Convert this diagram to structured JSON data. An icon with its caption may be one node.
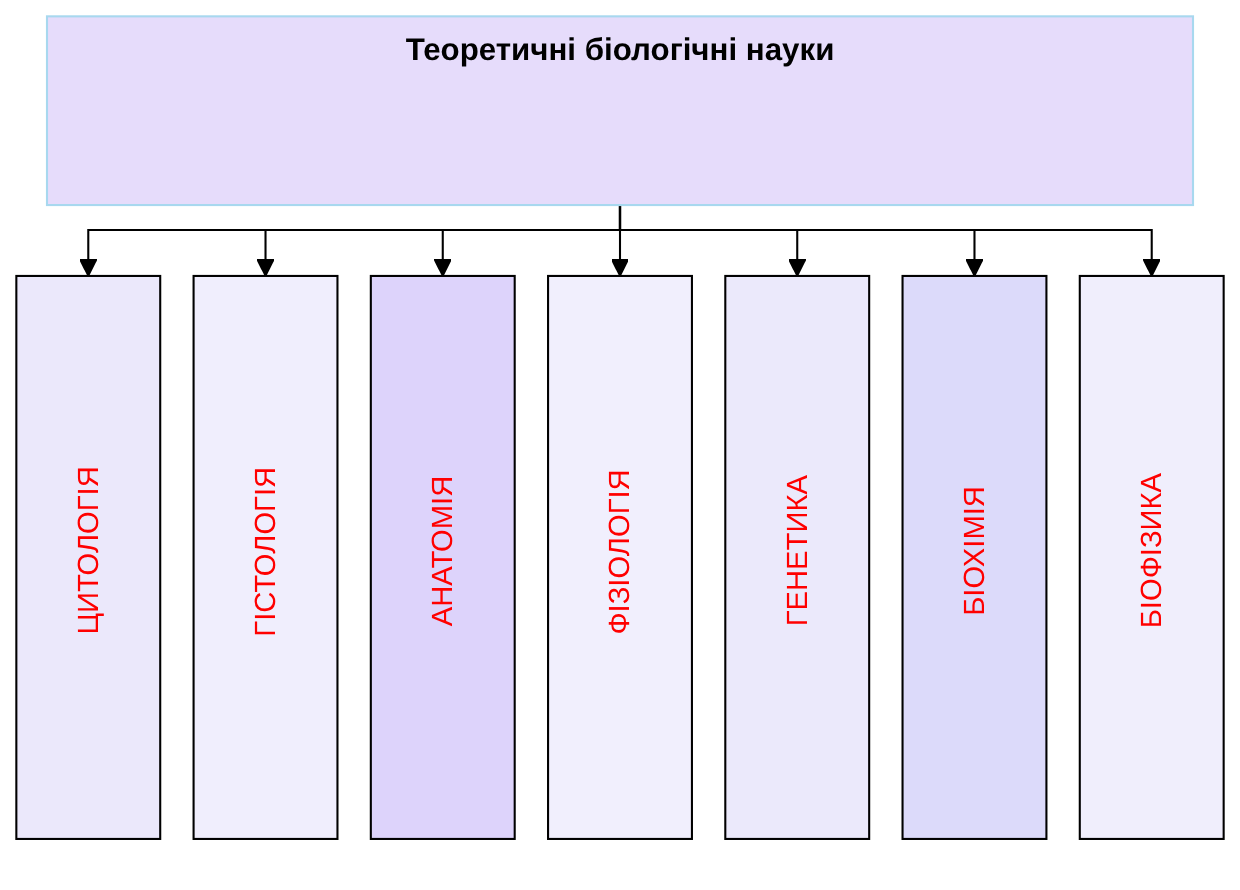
{
  "diagram": {
    "nodes": [
      {
        "text": [
          "Теоретичні біологічні науки"
        ]
      },
      {
        "text": [
          "ЦИТОЛОГІЯ"
        ]
      },
      {
        "text": [
          "ГІСТОЛОГІЯ"
        ]
      },
      {
        "text": [
          "АНАТОМІЯ"
        ]
      },
      {
        "text": [
          "ФІЗІОЛОГІЯ"
        ]
      },
      {
        "text": [
          "ГЕНЕТИКА"
        ]
      },
      {
        "text": [
          "БІОХІМІЯ"
        ]
      },
      {
        "text": [
          "БІОФІЗИКА"
        ]
      }
    ],
    "edges": [
      {
        "from": 0,
        "to": 1,
        "arrow": "to"
      },
      {
        "from": 0,
        "to": 2,
        "arrow": "to"
      },
      {
        "from": 0,
        "to": 3,
        "arrow": "to"
      },
      {
        "from": 0,
        "to": 4,
        "arrow": "to"
      },
      {
        "from": 0,
        "to": 5,
        "arrow": "to"
      },
      {
        "from": 0,
        "to": 6,
        "arrow": "to"
      },
      {
        "from": 0,
        "to": 7,
        "arrow": "to"
      }
    ]
  }
}
